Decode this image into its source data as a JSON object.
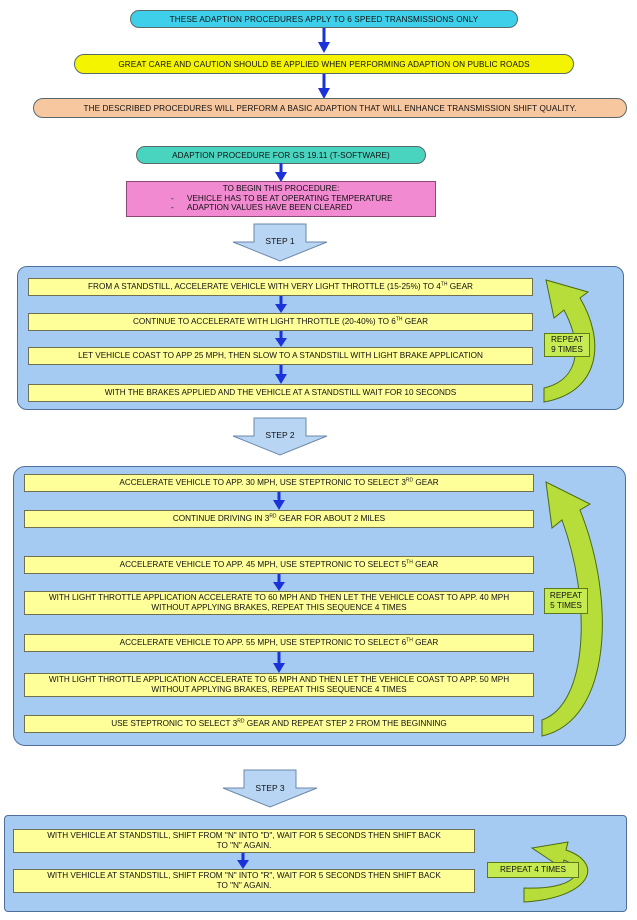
{
  "header": {
    "line1": "THESE ADAPTION PROCEDURES APPLY TO 6 SPEED TRANSMISSIONS ONLY",
    "line2": "GREAT CARE AND CAUTION SHOULD BE APPLIED WHEN PERFORMING ADAPTION ON PUBLIC ROADS",
    "line3": "THE DESCRIBED PROCEDURES WILL PERFORM A BASIC ADAPTION THAT WILL ENHANCE TRANSMISSION SHIFT QUALITY."
  },
  "procedure": {
    "title": "ADAPTION PROCEDURE FOR GS 19.11 (T-SOFTWARE)",
    "begin_title": "TO BEGIN THIS PROCEDURE:",
    "begin_items": [
      "VEHICLE HAS TO BE AT OPERATING TEMPERATURE",
      "ADAPTION VALUES HAVE BEEN CLEARED"
    ]
  },
  "step1": {
    "label": "STEP 1",
    "repeat": "REPEAT 9 TIMES",
    "steps": [
      {
        "pre": "FROM A STANDSTILL, ACCELERATE VEHICLE WITH VERY LIGHT THROTTLE (15-25%) TO 4",
        "sup": "TH",
        "post": " GEAR"
      },
      {
        "pre": "CONTINUE TO ACCELERATE WITH LIGHT THROTTLE (20-40%) TO 6",
        "sup": "TH",
        "post": " GEAR"
      },
      {
        "pre": "LET VEHICLE COAST TO APP 25 MPH, THEN SLOW TO A STANDSTILL WITH LIGHT BRAKE APPLICATION",
        "sup": "",
        "post": ""
      },
      {
        "pre": "WITH THE BRAKES APPLIED AND THE VEHICLE AT A STANDSTILL WAIT FOR 10 SECONDS",
        "sup": "",
        "post": ""
      }
    ]
  },
  "step2": {
    "label": "STEP 2",
    "repeat": "REPEAT 5 TIMES",
    "steps": [
      {
        "pre": "ACCELERATE VEHICLE TO APP. 30 MPH, USE STEPTRONIC TO SELECT 3",
        "sup": "RD",
        "post": " GEAR"
      },
      {
        "pre": "CONTINUE DRIVING IN  3",
        "sup": "RD",
        "post": " GEAR FOR ABOUT 2 MILES"
      },
      {
        "pre": "ACCELERATE VEHICLE TO APP. 45 MPH, USE STEPTRONIC TO SELECT 5",
        "sup": "TH",
        "post": " GEAR"
      },
      {
        "pre": "WITH LIGHT THROTTLE APPLICATION ACCELERATE TO 60 MPH AND THEN LET THE VEHICLE COAST TO APP. 40 MPH WITHOUT APPLYING BRAKES, REPEAT THIS SEQUENCE 4 TIMES",
        "sup": "",
        "post": ""
      },
      {
        "pre": "ACCELERATE VEHICLE TO APP. 55 MPH, USE STEPTRONIC TO SELECT 6",
        "sup": "TH",
        "post": " GEAR"
      },
      {
        "pre": "WITH LIGHT THROTTLE APPLICATION ACCELERATE TO 65 MPH AND THEN LET THE VEHICLE COAST TO APP. 50 MPH WITHOUT APPLYING BRAKES, REPEAT THIS SEQUENCE 4 TIMES",
        "sup": "",
        "post": ""
      },
      {
        "pre": "USE STEPTRONIC TO SELECT 3",
        "sup": "RD",
        "post": " GEAR AND REPEAT STEP 2 FROM THE BEGINNING"
      }
    ]
  },
  "step3": {
    "label": "STEP 3",
    "repeat": "REPEAT 4 TIMES",
    "steps": [
      {
        "pre": "WITH VEHICLE AT STANDSTILL, SHIFT FROM \"N\" INTO \"D\", WAIT FOR 5 SECONDS THEN SHIFT BACK TO \"N\" AGAIN.",
        "sup": "",
        "post": ""
      },
      {
        "pre": "WITH VEHICLE AT STANDSTILL, SHIFT FROM \"N\" INTO \"R\", WAIT FOR 5 SECONDS THEN SHIFT BACK TO \"N\" AGAIN.",
        "sup": "",
        "post": ""
      }
    ]
  },
  "colors": {
    "cyan": "#3ed0ea",
    "yellow_pill": "#f4f400",
    "peach": "#f7c7a0",
    "teal": "#48d4bf",
    "pink": "#f28ad2",
    "box": "#ffff99",
    "panel": "#a6cbf3",
    "arrow_blue": "#1a32d8",
    "green": "#b7dd3a",
    "step_arrow": "#b8d6f4"
  }
}
